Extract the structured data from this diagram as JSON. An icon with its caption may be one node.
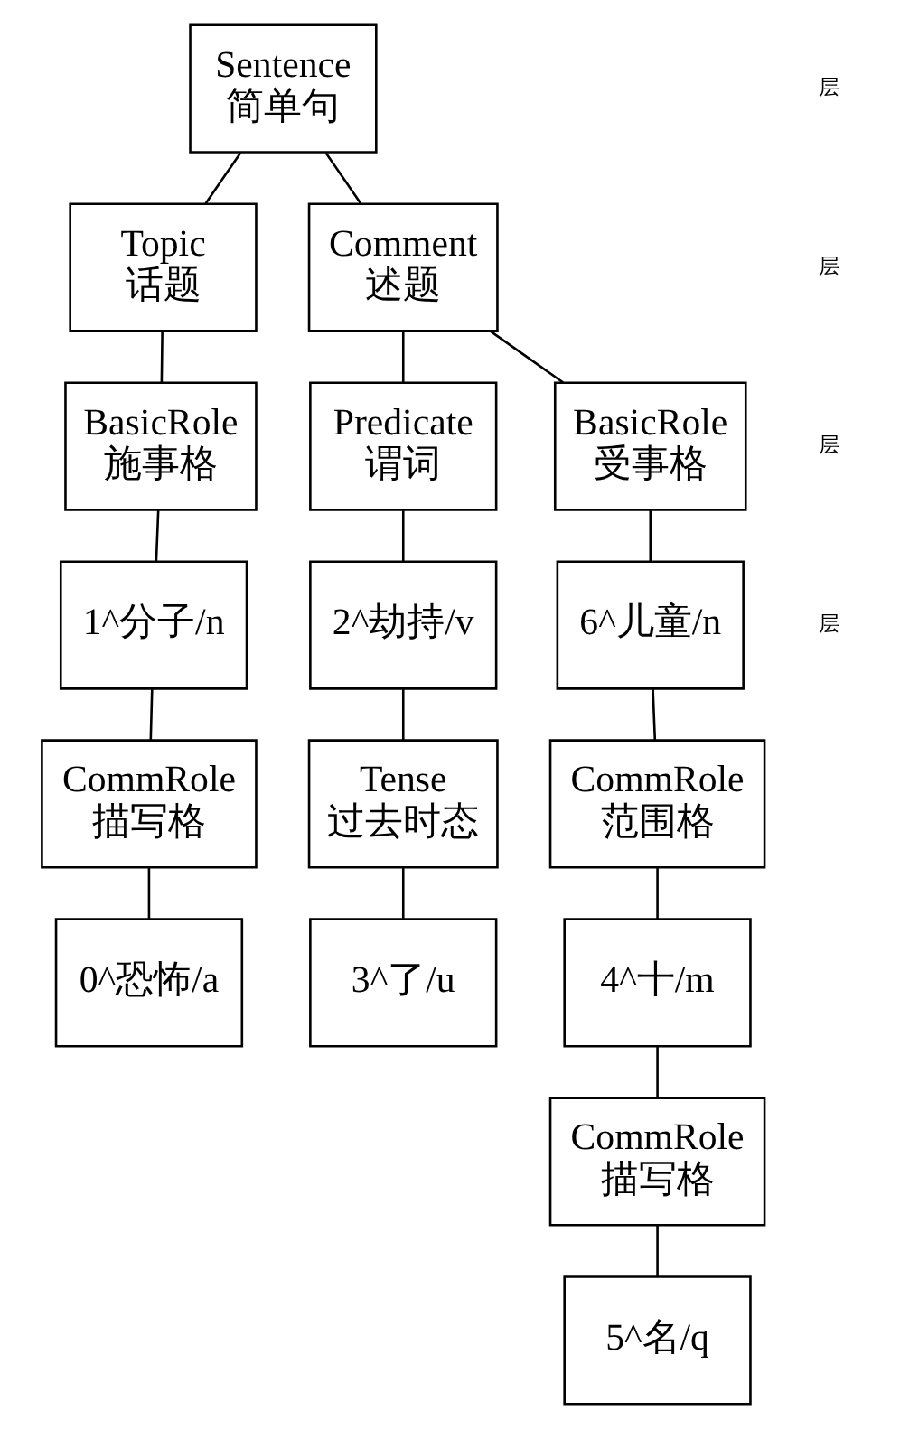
{
  "diagram": {
    "nodes": [
      {
        "text": [
          "Sentence",
          "简单句"
        ]
      },
      {
        "text": [
          "Topic",
          "话题"
        ]
      },
      {
        "text": [
          "Comment",
          "述题"
        ]
      },
      {
        "text": [
          "BasicRole",
          "施事格"
        ]
      },
      {
        "text": [
          "Predicate",
          "谓词"
        ]
      },
      {
        "text": [
          "BasicRole",
          "受事格"
        ]
      },
      {
        "text": [
          "1^分子/n"
        ]
      },
      {
        "text": [
          "2^劫持/v"
        ]
      },
      {
        "text": [
          "6^儿童/n"
        ]
      },
      {
        "text": [
          "CommRole",
          "描写格"
        ]
      },
      {
        "text": [
          "Tense",
          "过去时态"
        ]
      },
      {
        "text": [
          "CommRole",
          "范围格"
        ]
      },
      {
        "text": [
          "0^恐怖/a"
        ]
      },
      {
        "text": [
          "3^了/u"
        ]
      },
      {
        "text": [
          "4^十/m"
        ]
      },
      {
        "text": [
          "CommRole",
          "描写格"
        ]
      },
      {
        "text": [
          "5^名/q"
        ]
      }
    ],
    "edges": [
      {
        "from": 0,
        "to": 1,
        "arrow": "none"
      },
      {
        "from": 0,
        "to": 2,
        "arrow": "none"
      },
      {
        "from": 1,
        "to": 3,
        "arrow": "none"
      },
      {
        "from": 2,
        "to": 4,
        "arrow": "none"
      },
      {
        "from": 2,
        "to": 5,
        "arrow": "none"
      },
      {
        "from": 3,
        "to": 6,
        "arrow": "none"
      },
      {
        "from": 4,
        "to": 7,
        "arrow": "none"
      },
      {
        "from": 5,
        "to": 8,
        "arrow": "none"
      },
      {
        "from": 6,
        "to": 9,
        "arrow": "none"
      },
      {
        "from": 7,
        "to": 10,
        "arrow": "none"
      },
      {
        "from": 8,
        "to": 11,
        "arrow": "none"
      },
      {
        "from": 9,
        "to": 12,
        "arrow": "none"
      },
      {
        "from": 10,
        "to": 13,
        "arrow": "none"
      },
      {
        "from": 11,
        "to": 14,
        "arrow": "none"
      },
      {
        "from": 14,
        "to": 15,
        "arrow": "none"
      },
      {
        "from": 15,
        "to": 16,
        "arrow": "none"
      }
    ],
    "labels": [
      "层",
      "层",
      "层",
      "层"
    ]
  }
}
